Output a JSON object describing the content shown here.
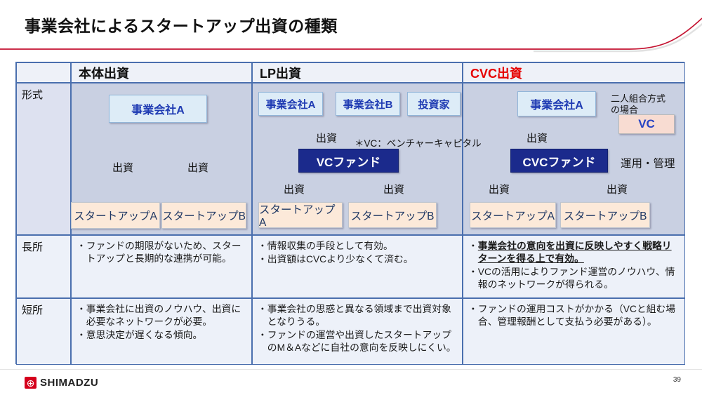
{
  "title": "事業会社によるスタートアップ出資の種類",
  "page_number": "39",
  "logo": {
    "brand": "SHIMADZU",
    "mark": "shimadzu-cross-circle",
    "mark_glyph": "⊕"
  },
  "bullet_char": "・",
  "colors": {
    "accent_red": "#e60000",
    "swoosh_red": "#c41230",
    "table_border_blue": "#4a6fae",
    "navy_box": "#1b2a8c",
    "company_box_fill": "#ddecf7",
    "startup_box_fill": "#fce9d9",
    "vc_box_fill": "#f8dcd2",
    "arrow_blue": "#4d7ebf"
  },
  "table": {
    "columns": [
      "本体出資",
      "LP出資",
      "CVC出資"
    ],
    "row_labels": {
      "format": "形式",
      "pros": "長所",
      "cons": "短所"
    }
  },
  "diagram": {
    "labels": {
      "invest": "出資",
      "vc_note": "＊VC：ベンチャーキャピタル",
      "manage": "運用・管理",
      "two_person_line1": "二人組合方式",
      "two_person_line2": "の場合"
    },
    "direct": {
      "company": "事業会社A",
      "startup_a": "スタートアップA",
      "startup_b": "スタートアップB"
    },
    "lp": {
      "company_a": "事業会社A",
      "company_b": "事業会社B",
      "investor": "投資家",
      "fund": "VCファンド",
      "startup_a": "スタートアップA",
      "startup_b": "スタートアップB"
    },
    "cvc": {
      "company": "事業会社A",
      "vc": "VC",
      "fund": "CVCファンド",
      "startup_a": "スタートアップA",
      "startup_b": "スタートアップB"
    }
  },
  "pros": {
    "direct": [
      "ファンドの期限がないため、スタートアップと長期的な連携が可能。"
    ],
    "lp": [
      "情報収集の手段として有効。",
      "出資額はCVCより少なくて済む。"
    ],
    "cvc": [
      "事業会社の意向を出資に反映しやすく戦略リターンを得る上で有効。",
      "VCの活用によりファンド運営のノウハウ、情報のネットワークが得られる。"
    ]
  },
  "cons": {
    "direct": [
      "事業会社に出資のノウハウ、出資に必要なネットワークが必要。",
      "意思決定が遅くなる傾向。"
    ],
    "lp": [
      "事業会社の思惑と異なる領域まで出資対象となりうる。",
      "ファンドの運営や出資したスタートアップのM＆Aなどに自社の意向を反映しにくい。"
    ],
    "cvc": [
      "ファンドの運用コストがかかる（VCと組む場合、管理報酬として支払う必要がある）。"
    ]
  }
}
